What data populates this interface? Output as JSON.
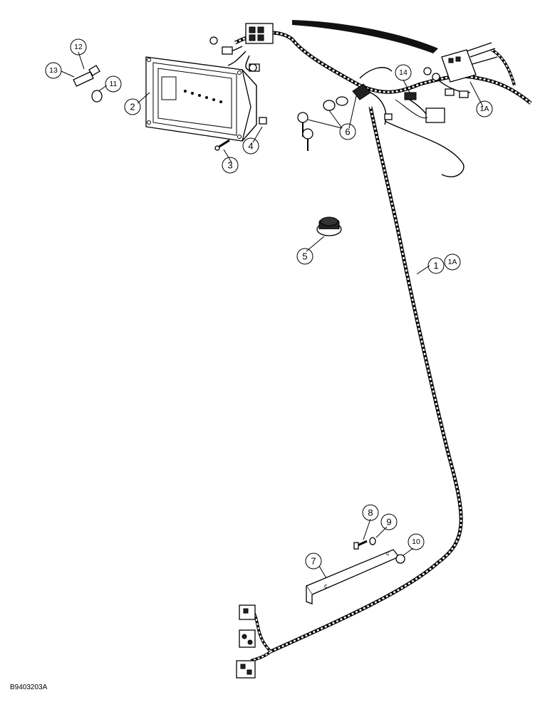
{
  "figure_id": "B9403203A",
  "callouts": [
    {
      "id": "c1",
      "label": "1"
    },
    {
      "id": "c1a",
      "label": "1A"
    },
    {
      "id": "c1a2",
      "label": "1A"
    },
    {
      "id": "c2",
      "label": "2"
    },
    {
      "id": "c3",
      "label": "3"
    },
    {
      "id": "c4",
      "label": "4"
    },
    {
      "id": "c5",
      "label": "5"
    },
    {
      "id": "c6",
      "label": "6"
    },
    {
      "id": "c7",
      "label": "7"
    },
    {
      "id": "c8",
      "label": "8"
    },
    {
      "id": "c9",
      "label": "9"
    },
    {
      "id": "c10",
      "label": "10"
    },
    {
      "id": "c11",
      "label": "11"
    },
    {
      "id": "c12",
      "label": "12"
    },
    {
      "id": "c13",
      "label": "13"
    },
    {
      "id": "c14",
      "label": "14"
    }
  ]
}
